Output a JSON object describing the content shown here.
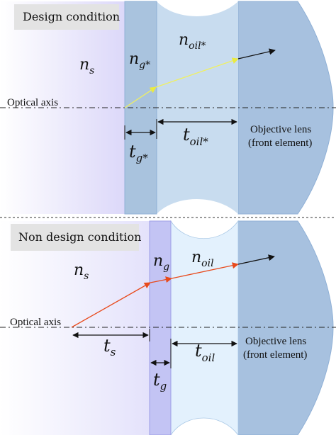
{
  "colors": {
    "glass_design": "#a9c3de",
    "oil_design": "#c8dcef",
    "lens": "#a7c1df",
    "glass_nondesign": "#c3c4f4",
    "oil_nondesign": "#e3f1fd",
    "ray_design": "#f0f060",
    "ray_nondesign": "#e84a1c",
    "tag_box": "#e3e3e3"
  },
  "design": {
    "title": "Design condition",
    "n_s": "n",
    "n_s_sub": "s",
    "n_g": "n",
    "n_g_sub": "g*",
    "n_oil": "n",
    "n_oil_sub": "oil*",
    "t_g": "t",
    "t_g_sub": "g*",
    "t_oil": "t",
    "t_oil_sub": "oil*",
    "axis_label": "Optical axis",
    "lens_label_1": "Objective lens",
    "lens_label_2": "(front element)"
  },
  "nondesign": {
    "title": "Non design condition",
    "n_s": "n",
    "n_s_sub": "s",
    "n_g": "n",
    "n_g_sub": "g",
    "n_oil": "n",
    "n_oil_sub": "oil",
    "t_s": "t",
    "t_s_sub": "s",
    "t_g": "t",
    "t_g_sub": "g",
    "t_oil": "t",
    "t_oil_sub": "oil",
    "axis_label": "Optical axis",
    "lens_label_1": "Objective lens",
    "lens_label_2": "(front element)"
  }
}
